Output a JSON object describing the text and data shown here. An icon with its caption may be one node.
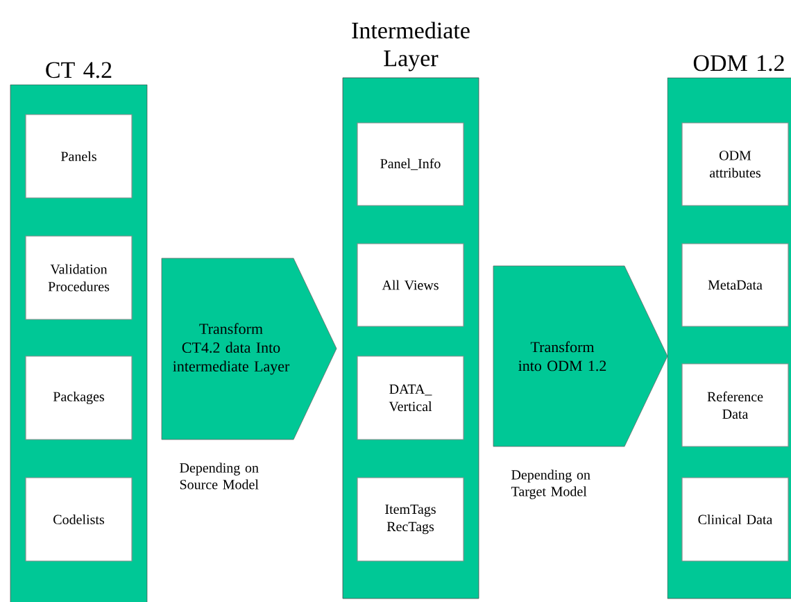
{
  "diagram": {
    "nodes": [
      {
        "text": [
          "CT 4.2"
        ]
      },
      {
        "text": [
          "Panels"
        ],
        "in": 0
      },
      {
        "text": [
          "Validation Procedures"
        ],
        "in": 0
      },
      {
        "text": [
          "Packages"
        ],
        "in": 0
      },
      {
        "text": [
          "Codelists"
        ],
        "in": 0
      },
      {
        "text": [
          "Transform CT4.2 data Into intermediate Layer"
        ],
        "beside": [
          "Depending on Source Model"
        ]
      },
      {
        "text": [
          "Intermediate Layer"
        ]
      },
      {
        "text": [
          "Panel_Info"
        ],
        "in": 6
      },
      {
        "text": [
          "All Views"
        ],
        "in": 6
      },
      {
        "text": [
          "DATA_ Vertical"
        ],
        "in": 6
      },
      {
        "text": [
          "ItemTags RecTags"
        ],
        "in": 6
      },
      {
        "text": [
          "Transform into ODM 1.2"
        ],
        "beside": [
          "Depending on Target Model"
        ]
      },
      {
        "text": [
          "ODM 1.2"
        ]
      },
      {
        "text": [
          "ODM attributes"
        ],
        "in": 12
      },
      {
        "text": [
          "MetaData"
        ],
        "in": 12
      },
      {
        "text": [
          "Reference Data"
        ],
        "in": 12
      },
      {
        "text": [
          "Clinical Data"
        ],
        "in": 12
      }
    ]
  }
}
